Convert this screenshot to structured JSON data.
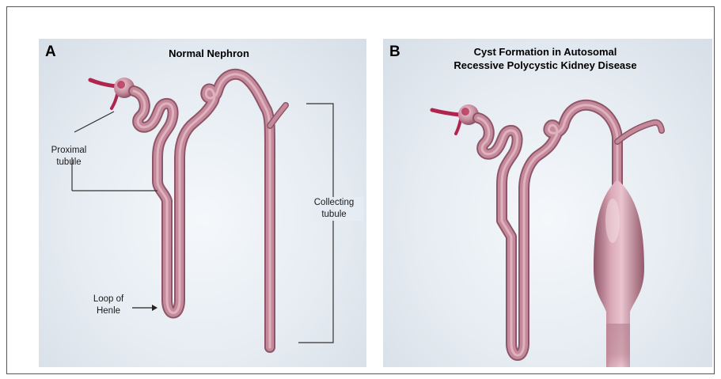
{
  "panels": [
    {
      "letter": "A",
      "title": "Normal Nephron",
      "labels": {
        "proximal_line1": "Proximal",
        "proximal_line2": "tubule",
        "collecting_line1": "Collecting",
        "collecting_line2": "tubule",
        "loop_line1": "Loop of",
        "loop_line2": "Henle"
      }
    },
    {
      "letter": "B",
      "title_line1": "Cyst Formation in Autosomal",
      "title_line2": "Recessive Polycystic Kidney Disease"
    }
  ],
  "colors": {
    "tubule": "#c48a9b",
    "tubule_highlight": "#e7bcc8",
    "tubule_shadow": "#8d5567",
    "vessel": "#b0254e",
    "background": "#e6ecf2",
    "bracket": "#333333"
  }
}
